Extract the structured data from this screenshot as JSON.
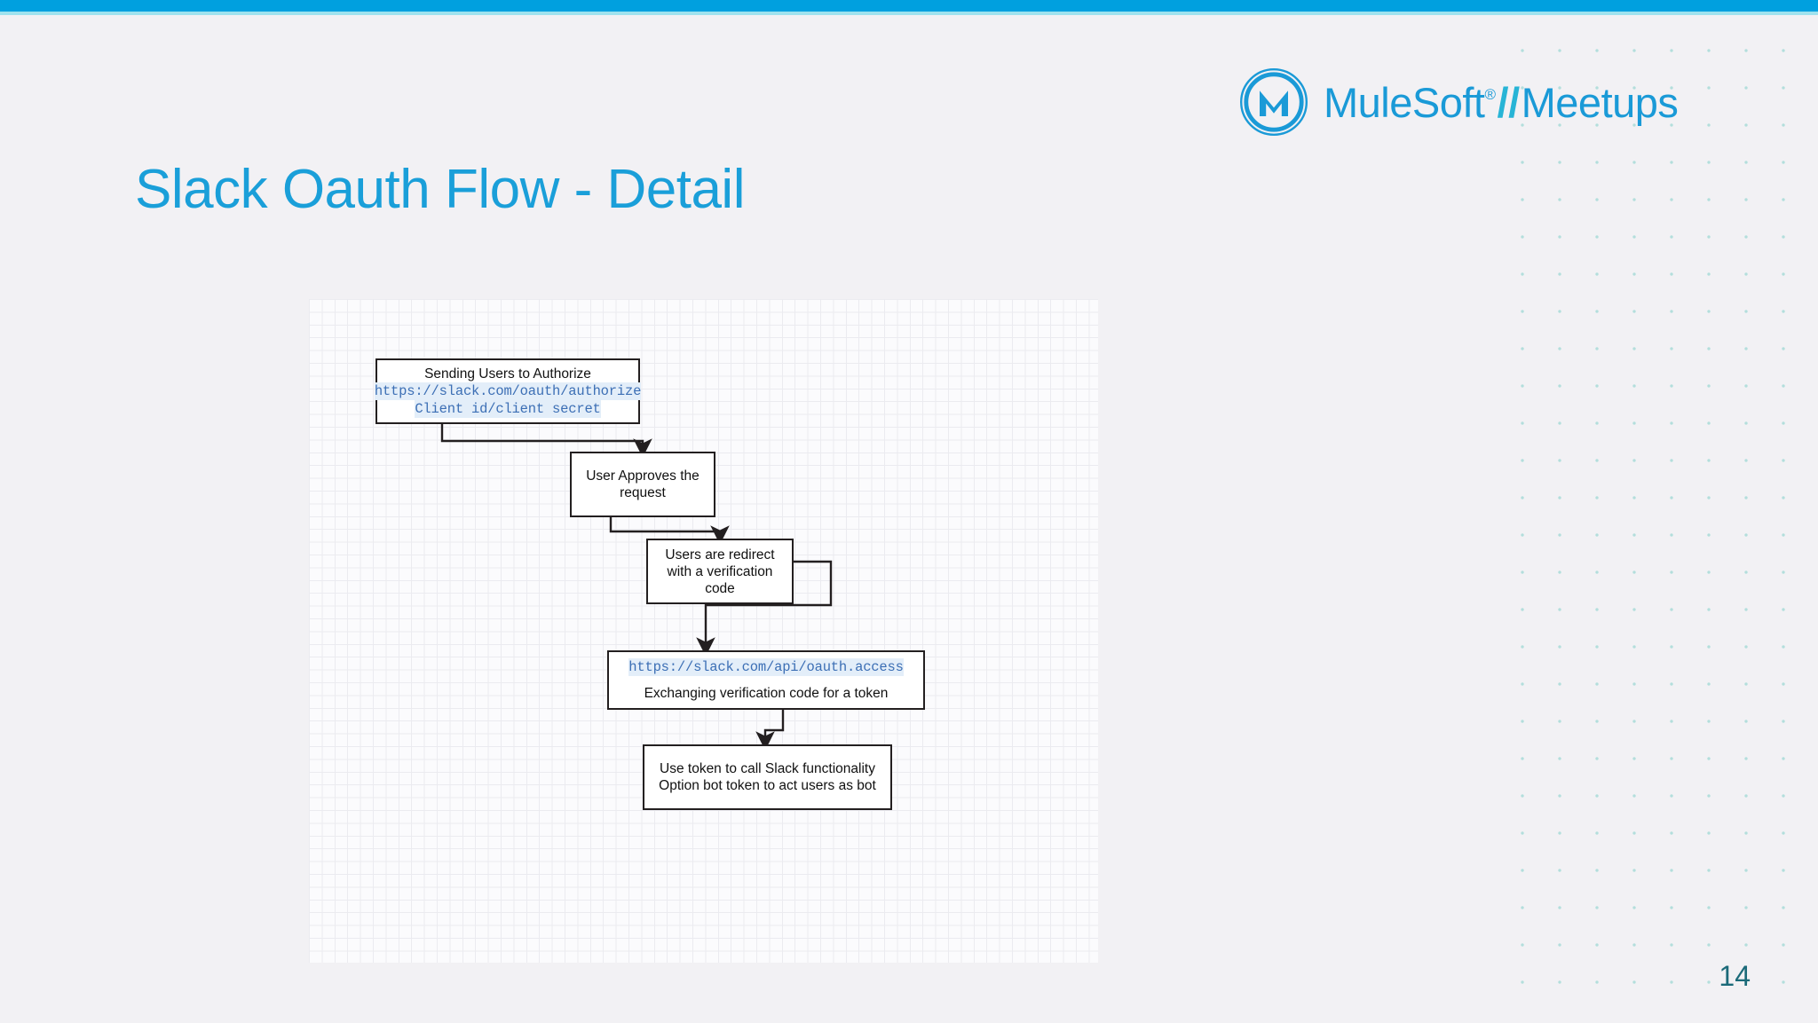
{
  "slide": {
    "title": "Slack Oauth Flow - Detail",
    "page_number": "14",
    "title_color": "#1a9fd9",
    "accent_color": "#00a0df",
    "accent_sub_color": "#9fe2ee",
    "page_number_color": "#1b6a79"
  },
  "brand": {
    "name": "MuleSoft",
    "registered": "®",
    "separator": "//",
    "product": "Meetups",
    "logo_icon": "mulesoft-m-circle-icon",
    "color": "#1a9ad7"
  },
  "diagram": {
    "type": "flowchart",
    "nodes": [
      {
        "id": "node-1",
        "name": "sending-users-to-authorize",
        "title": "Sending Users to  Authorize",
        "code_line_1": "https://slack.com/oauth/authorize",
        "code_line_2": "Client id/client secret"
      },
      {
        "id": "node-2",
        "name": "user-approves-request",
        "title": "User Approves the\nrequest"
      },
      {
        "id": "node-3",
        "name": "users-redirected-with-code",
        "title": "Users are redirect\nwith a verification\ncode"
      },
      {
        "id": "node-4",
        "name": "exchange-code-for-token",
        "code_line_1": "https://slack.com/api/oauth.access",
        "title": "Exchanging verification code for a token"
      },
      {
        "id": "node-5",
        "name": "use-token-call-slack",
        "title": "Use token to call Slack functionality\nOption bot token to act users as bot"
      }
    ],
    "edges": [
      {
        "from": "node-1",
        "to": "node-2",
        "style": "stepped-arrow"
      },
      {
        "from": "node-2",
        "to": "node-3",
        "style": "stepped-arrow"
      },
      {
        "from": "node-3",
        "to": "node-4",
        "style": "stepped-arrow"
      },
      {
        "from": "node-4",
        "to": "node-5",
        "style": "stepped-arrow"
      }
    ],
    "code_text_color": "#3c6fb5",
    "code_highlight_color": "#e3eef9",
    "node_border_color": "#231f20"
  }
}
